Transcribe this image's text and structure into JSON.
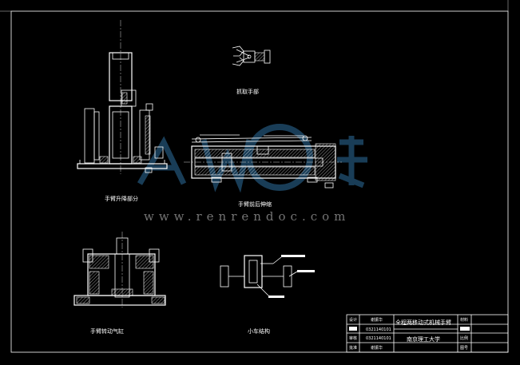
{
  "views": {
    "gripper": "抓取手部",
    "lift": "手臂升降部分",
    "extend": "手臂前后伸缩",
    "rotate": "手臂转动气缸",
    "cart": "小车结构"
  },
  "watermark": {
    "url": "www.renrendoc.com"
  },
  "title_block": {
    "title": "全程两移动式机械手臂",
    "school": "南京理工大学",
    "col_labels": [
      "设计",
      "审核",
      "批准"
    ],
    "names": [
      "谢振华",
      "谢振华"
    ],
    "ids": [
      "0321140101",
      "0321140101"
    ],
    "right_labels": [
      "材料",
      "比例",
      "图号"
    ]
  },
  "colors": {
    "background": "#000000",
    "lines": "#ffffff",
    "watermark_blue": "#2f6f9f"
  }
}
